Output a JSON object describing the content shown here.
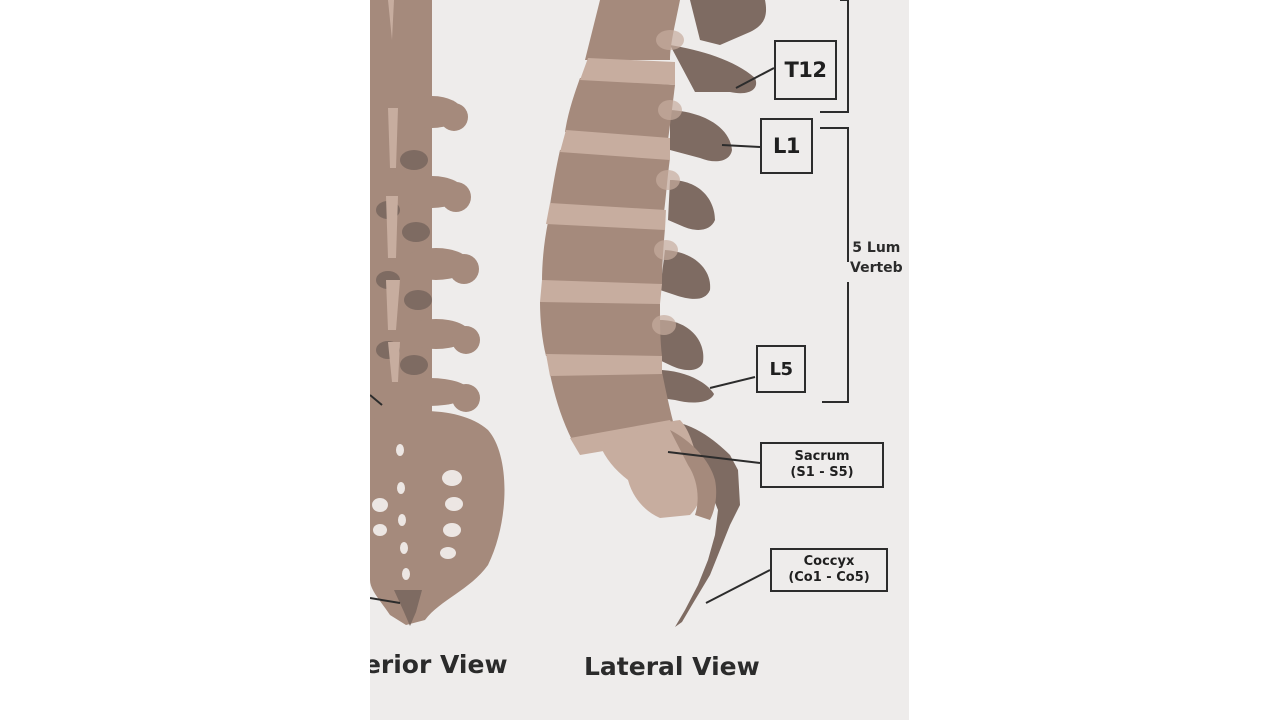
{
  "labels": {
    "t12": "T12",
    "l1": "L1",
    "l5": "L5",
    "sacrum_line1": "Sacrum",
    "sacrum_line2": "(S1 - S5)",
    "coccyx_line1": "Coccyx",
    "coccyx_line2": "(Co1 - Co5)"
  },
  "group_label": {
    "line1": "5 Lum",
    "line2": "Verteb"
  },
  "view_titles": {
    "anterior": "terior View",
    "lateral": "Lateral View"
  },
  "colors": {
    "poster_background": "#eeeceb",
    "vertebra_body": "#a58a7c",
    "vertebra_light": "#c7ad9f",
    "process_dark": "#7e6b62",
    "line": "#2c2c2c"
  }
}
